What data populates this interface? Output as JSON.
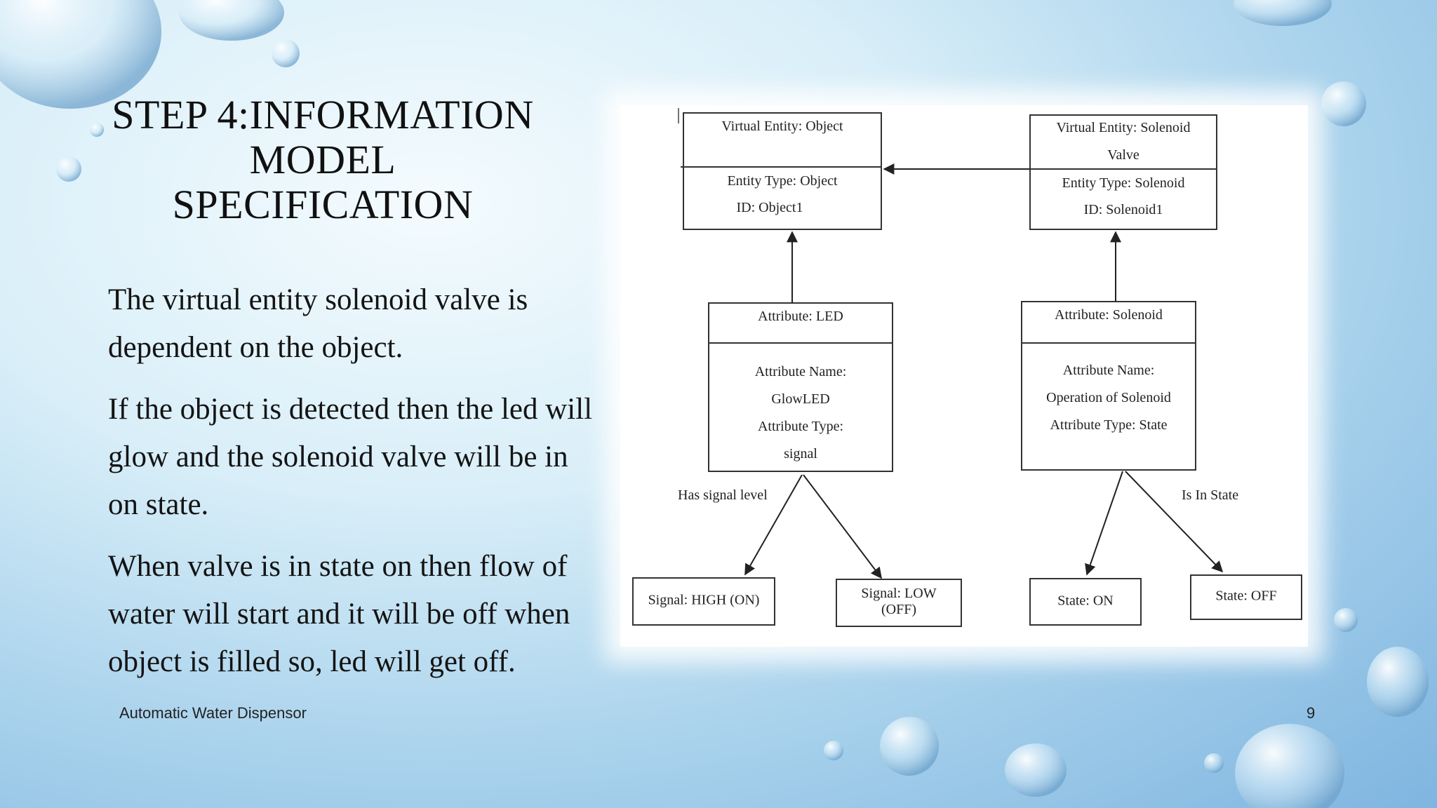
{
  "slide": {
    "title_lines": [
      "STEP 4:INFORMATION",
      "MODEL",
      "SPECIFICATION"
    ],
    "paragraphs": [
      "The virtual entity solenoid valve is dependent on the object.",
      "If the object is detected then the led will glow and the solenoid valve will be in on state.",
      "When valve is in state on then flow of water will start and it will be off when object is filled so, led will get off."
    ],
    "footer": "Automatic Water Dispensor",
    "page_number": "9"
  },
  "diagram": {
    "ve_object": {
      "header": "Virtual Entity: Object",
      "line1": "Entity Type: Object",
      "line2": "ID: Object1"
    },
    "ve_solenoid": {
      "header1": "Virtual Entity: Solenoid",
      "header2": "Valve",
      "line1": "Entity Type: Solenoid",
      "line2": "ID: Solenoid1"
    },
    "attr_led": {
      "header": "Attribute: LED",
      "line1": "Attribute Name:",
      "line2": "GlowLED",
      "line3": "Attribute Type:",
      "line4": "signal"
    },
    "attr_solenoid": {
      "header": "Attribute: Solenoid",
      "line1": "Attribute Name:",
      "line2": "Operation of Solenoid",
      "line3": "Attribute Type: State"
    },
    "rel_left": "Has signal level",
    "rel_right": "Is In State",
    "signal_high": "Signal: HIGH (ON)",
    "signal_low_1": "Signal: LOW",
    "signal_low_2": "(OFF)",
    "state_on": "State: ON",
    "state_off": "State: OFF"
  }
}
